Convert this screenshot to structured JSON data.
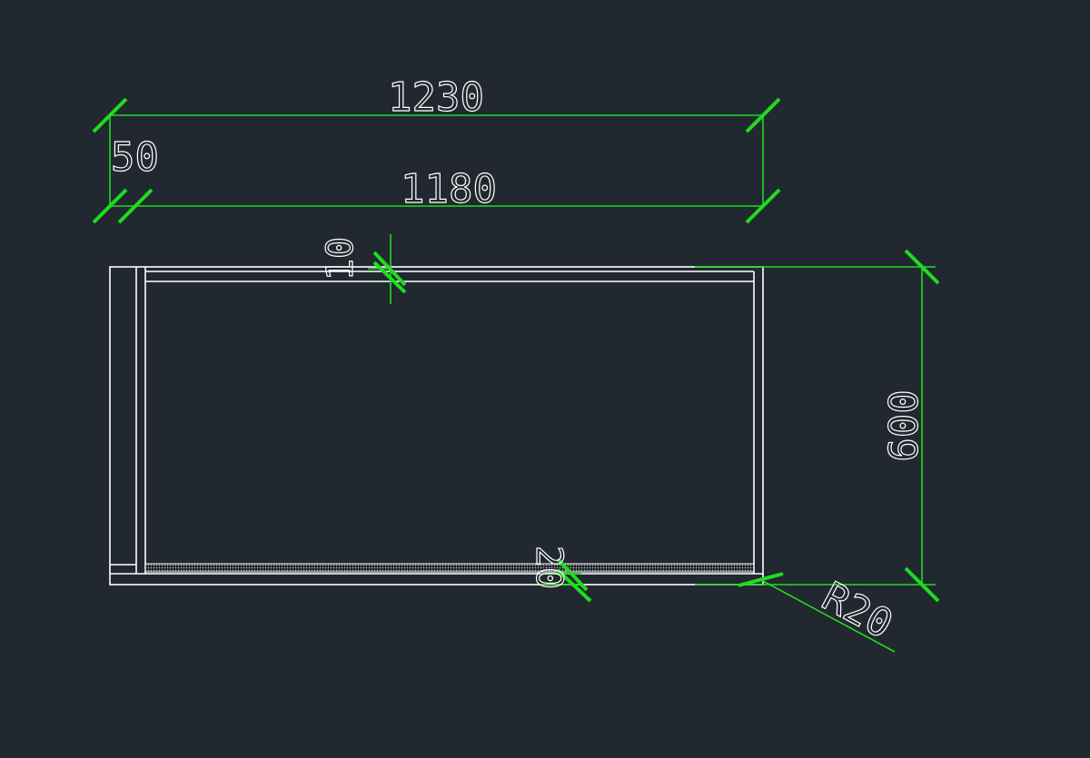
{
  "colors": {
    "background": "#212830",
    "geometry": "#ffffff",
    "dimension": "#1fdc1f"
  },
  "dimensions": {
    "overall_length": "1230",
    "inner_length": "1180",
    "end_offset": "50",
    "thickness_top": "10",
    "height": "600",
    "bottom_strip": "20",
    "corner_radius": "R20"
  }
}
